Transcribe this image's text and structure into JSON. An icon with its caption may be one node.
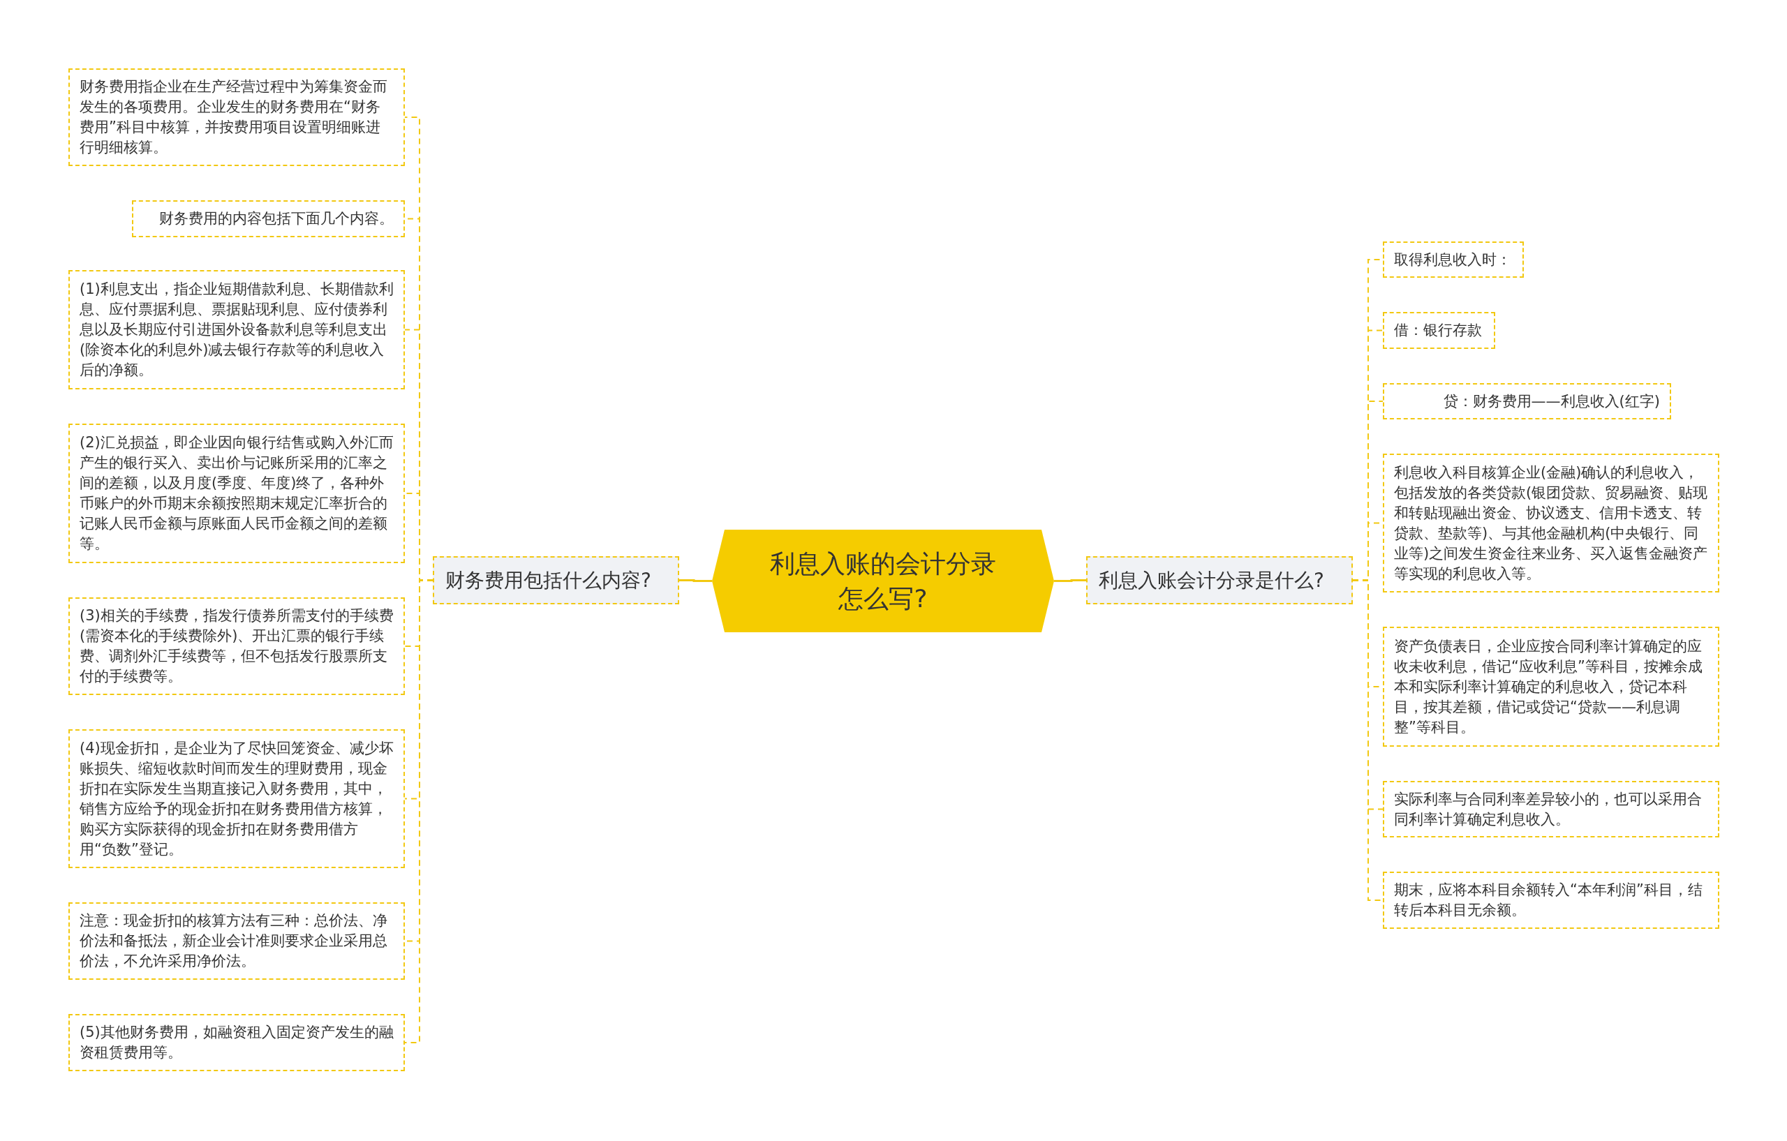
{
  "diagram": {
    "nodes": [
      {
        "text": [
          "利息入账的会计分录怎么写?"
        ]
      },
      {
        "text": [
          "财务费用包括什么内容?"
        ]
      },
      {
        "text": [
          "财务费用指企业在生产经营过程中为筹集资金而发生的各项费用。企业发生的财务费用在“财务费用”科目中核算，并按费用项目设置明细账进行明细核算。"
        ]
      },
      {
        "text": [
          "财务费用的内容包括下面几个内容。"
        ]
      },
      {
        "text": [
          "(1)利息支出，指企业短期借款利息、长期借款利息、应付票据利息、票据贴现利息、应付债券利息以及长期应付引进国外设备款利息等利息支出(除资本化的利息外)减去银行存款等的利息收入后的净额。"
        ]
      },
      {
        "text": [
          "(2)汇兑损益，即企业因向银行结售或购入外汇而产生的银行买入、卖出价与记账所采用的汇率之间的差额，以及月度(季度、年度)终了，各种外币账户的外币期末余额按照期末规定汇率折合的记账人民币金额与原账面人民币金额之间的差额等。"
        ]
      },
      {
        "text": [
          "(3)相关的手续费，指发行债券所需支付的手续费(需资本化的手续费除外)、开出汇票的银行手续费、调剂外汇手续费等，但不包括发行股票所支付的手续费等。"
        ]
      },
      {
        "text": [
          "(4)现金折扣，是企业为了尽快回笼资金、减少坏账损失、缩短收款时间而发生的理财费用，现金折扣在实际发生当期直接记入财务费用，其中，销售方应给予的现金折扣在财务费用借方核算，购买方实际获得的现金折扣在财务费用借方用“负数”登记。"
        ]
      },
      {
        "text": [
          "注意：现金折扣的核算方法有三种：总价法、净价法和备抵法，新企业会计准则要求企业采用总价法，不允许采用净价法。"
        ]
      },
      {
        "text": [
          "(5)其他财务费用，如融资租入固定资产发生的融资租赁费用等。"
        ]
      },
      {
        "text": [
          "利息入账会计分录是什么?"
        ]
      },
      {
        "text": [
          "取得利息收入时："
        ]
      },
      {
        "text": [
          "借：银行存款"
        ]
      },
      {
        "text": [
          "贷：财务费用——利息收入(红字)"
        ]
      },
      {
        "text": [
          "利息收入科目核算企业(金融)确认的利息收入，包括发放的各类贷款(银团贷款、贸易融资、贴现和转贴现融出资金、协议透支、信用卡透支、转贷款、垫款等)、与其他金融机构(中央银行、同业等)之间发生资金往来业务、买入返售金融资产等实现的利息收入等。"
        ]
      },
      {
        "text": [
          "资产负债表日，企业应按合同利率计算确定的应收未收利息，借记“应收利息”等科目，按摊余成本和实际利率计算确定的利息收入，贷记本科目，按其差额，借记或贷记“贷款——利息调整”等科目。"
        ]
      },
      {
        "text": [
          "实际利率与合同利率差异较小的，也可以采用合同利率计算确定利息收入。"
        ]
      },
      {
        "text": [
          "期末，应将本科目余额转入“本年利润”科目，结转后本科目无余额。"
        ]
      }
    ],
    "edges": [
      {
        "from": 0,
        "to": 1,
        "arrow": "none"
      },
      {
        "from": 1,
        "to": 2,
        "arrow": "none",
        "style": "dashed"
      },
      {
        "from": 1,
        "to": 3,
        "arrow": "none",
        "style": "dashed"
      },
      {
        "from": 1,
        "to": 4,
        "arrow": "none",
        "style": "dashed"
      },
      {
        "from": 1,
        "to": 5,
        "arrow": "none",
        "style": "dashed"
      },
      {
        "from": 1,
        "to": 6,
        "arrow": "none",
        "style": "dashed"
      },
      {
        "from": 1,
        "to": 7,
        "arrow": "none",
        "style": "dashed"
      },
      {
        "from": 1,
        "to": 8,
        "arrow": "none",
        "style": "dashed"
      },
      {
        "from": 1,
        "to": 9,
        "arrow": "none",
        "style": "dashed"
      },
      {
        "from": 0,
        "to": 10,
        "arrow": "none"
      },
      {
        "from": 10,
        "to": 11,
        "arrow": "none",
        "style": "dashed"
      },
      {
        "from": 10,
        "to": 12,
        "arrow": "none",
        "style": "dashed"
      },
      {
        "from": 10,
        "to": 13,
        "arrow": "none",
        "style": "dashed"
      },
      {
        "from": 10,
        "to": 14,
        "arrow": "none",
        "style": "dashed"
      },
      {
        "from": 10,
        "to": 15,
        "arrow": "none",
        "style": "dashed"
      },
      {
        "from": 10,
        "to": 16,
        "arrow": "none",
        "style": "dashed"
      },
      {
        "from": 10,
        "to": 17,
        "arrow": "none",
        "style": "dashed"
      }
    ]
  }
}
